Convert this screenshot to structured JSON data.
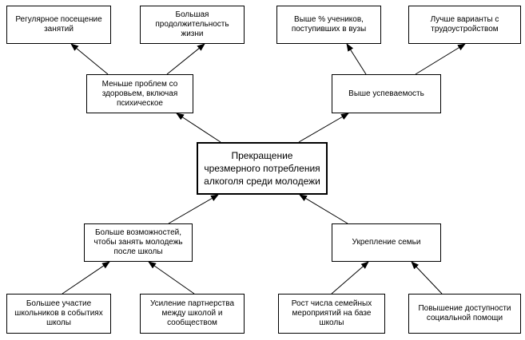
{
  "center": {
    "label": "Прекращение\nчрезмерного потребления\nалкоголя среди молодежи"
  },
  "left_mid": {
    "label": "Меньше проблем со\nздоровьем, включая\nпсихическое"
  },
  "right_mid": {
    "label": "Выше успеваемость"
  },
  "left_low": {
    "label": "Больше возможностей,\nчтобы занять молодежь\nпосле школы"
  },
  "right_low": {
    "label": "Укрепление семьи"
  },
  "top1": {
    "label": "Регулярное посещение\nзанятий"
  },
  "top2": {
    "label": "Большая\nпродолжительность\nжизни"
  },
  "top3": {
    "label": "Выше % учеников,\nпоступивших в вузы"
  },
  "top4": {
    "label": "Лучше варианты с\nтрудоустройством"
  },
  "bottom1": {
    "label": "Большее участие\nшкольников в событиях\nшколы"
  },
  "bottom2": {
    "label": "Усиление партнерства\nмежду школой и\nсообществом"
  },
  "bottom3": {
    "label": "Рост числа семейных\nмероприятий на базе\nшколы"
  },
  "bottom4": {
    "label": "Повышение доступности\nсоциальной помощи"
  }
}
